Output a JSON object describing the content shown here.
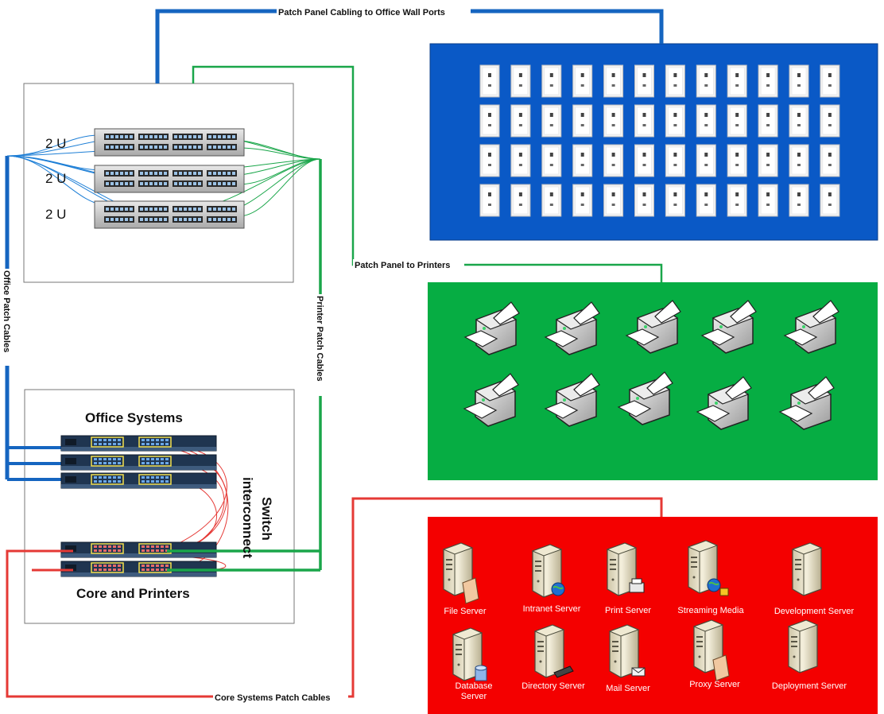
{
  "cable_labels": {
    "wall_ports": "Patch Panel Cabling to Office Wall Ports",
    "printers": "Patch Panel to Printers",
    "office_patch": "Office Patch Cables",
    "printer_patch": "Printer Patch Cables",
    "core_patch": "Core Systems Patch Cables"
  },
  "rack": {
    "u_labels": [
      "2 U",
      "2 U",
      "2 U"
    ]
  },
  "switches": {
    "office_title": "Office Systems",
    "core_title": "Core and Printers",
    "interconnect_line1": "Switch",
    "interconnect_line2": "interconnect"
  },
  "servers": [
    {
      "label_lines": [
        "File Server"
      ],
      "badge": "folder"
    },
    {
      "label_lines": [
        "Intranet Server"
      ],
      "badge": "globe"
    },
    {
      "label_lines": [
        "Print Server"
      ],
      "badge": "printer"
    },
    {
      "label_lines": [
        "Streaming Media"
      ],
      "badge": "globe-box"
    },
    {
      "label_lines": [
        "Development Server"
      ],
      "badge": "none"
    },
    {
      "label_lines": [
        "Database",
        "Server"
      ],
      "badge": "database"
    },
    {
      "label_lines": [
        "Directory Server"
      ],
      "badge": "book"
    },
    {
      "label_lines": [
        "Mail Server"
      ],
      "badge": "envelope"
    },
    {
      "label_lines": [
        "Proxy Server"
      ],
      "badge": "folder"
    },
    {
      "label_lines": [
        "Deployment Server"
      ],
      "badge": "none"
    }
  ],
  "colors": {
    "blue_cable": "#1565c0",
    "green_cable": "#1aa64a",
    "red_cable": "#e53935",
    "wall_ports_panel": "#0a59c6",
    "printers_panel": "#06ad43",
    "servers_panel": "#f40000"
  }
}
